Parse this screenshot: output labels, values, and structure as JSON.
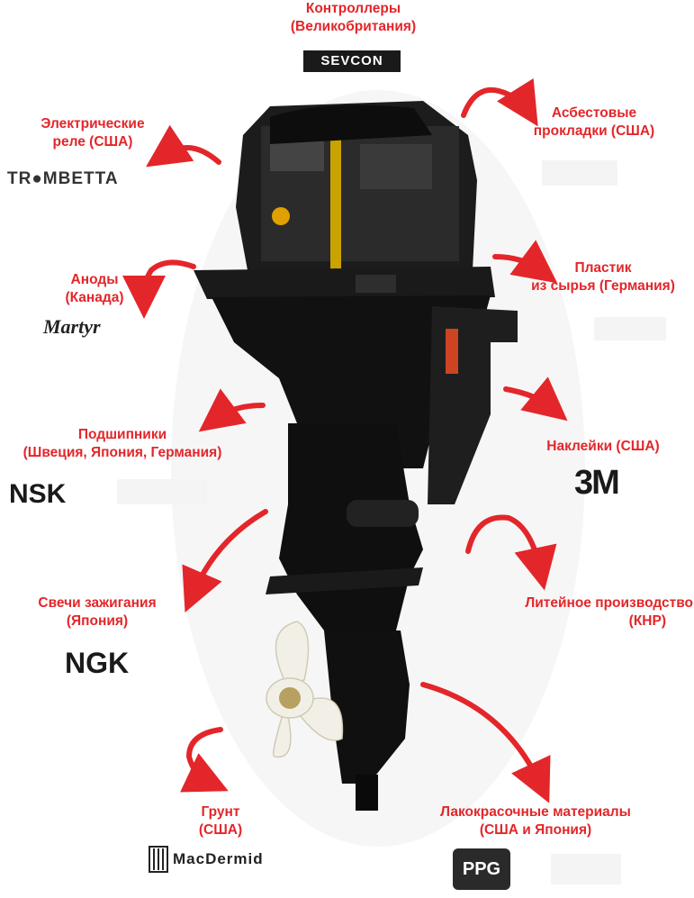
{
  "labels": {
    "controllers": [
      "Контроллеры",
      "(Великобритания)"
    ],
    "asbestos": [
      "Асбестовые",
      "прокладки (США)"
    ],
    "relays": [
      "Электрические",
      "реле (США)"
    ],
    "plastic": [
      "Пластик",
      "из сырья (Германия)"
    ],
    "anodes": [
      "Аноды",
      "(Канада)"
    ],
    "bearings": [
      "Подшипники",
      "(Швеция, Япония, Германия)"
    ],
    "stickers": [
      "Наклейки (США)"
    ],
    "spark_plugs": [
      "Свечи зажигания",
      "(Япония)"
    ],
    "foundry": [
      "Литейное производство",
      "(КНР)"
    ],
    "primer": [
      "Грунт",
      "(США)"
    ],
    "paints": [
      "Лакокрасочные материалы",
      "(США и Япония)"
    ]
  },
  "logos": {
    "sevcon": "SEVCON",
    "trombetta": "TR●MBETTA",
    "martyr": "Martyr",
    "nsk": "NSK",
    "three_m": "3M",
    "ngk": "NGK",
    "macdermid": "MacDermid",
    "ppg": "PPG"
  },
  "colors": {
    "accent": "#e3262a",
    "engine": "#111111",
    "propeller": "#f2f0e6"
  },
  "icons": [
    "curved-arrow-icon",
    "outboard-motor-image"
  ]
}
